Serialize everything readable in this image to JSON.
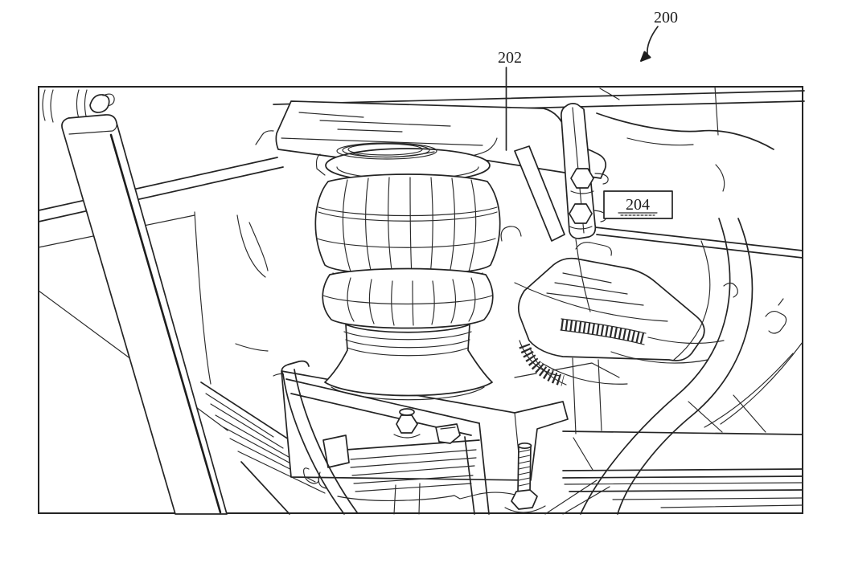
{
  "figure": {
    "background_color": "#ffffff",
    "line_color": "#242424"
  },
  "labels": {
    "ref_200": "200",
    "ref_202": "202",
    "ref_204": "204"
  }
}
